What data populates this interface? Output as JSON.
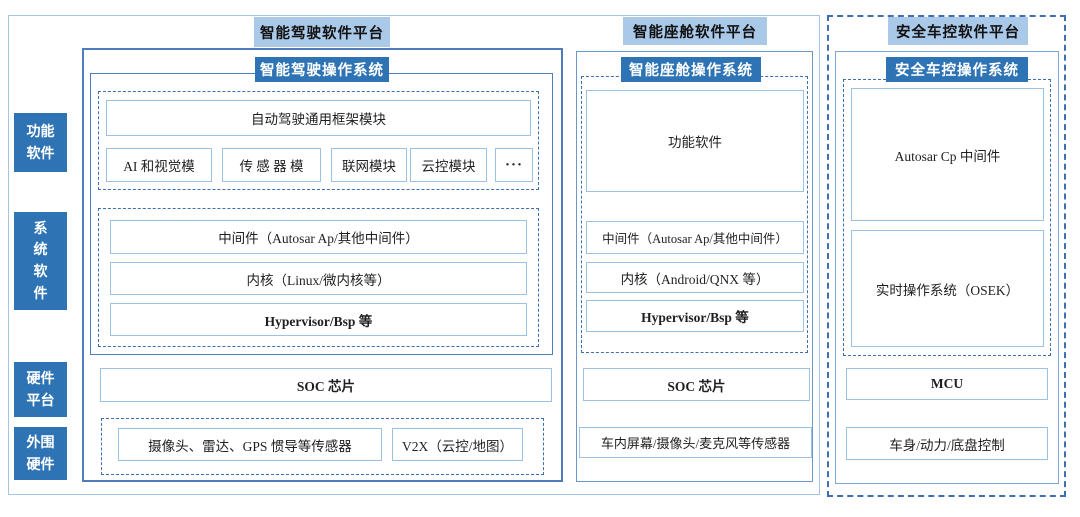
{
  "colors": {
    "header_light": "#aac8e8",
    "header_dark": "#2e74b5",
    "sidebar_bg": "#2e74b5",
    "col_border": "#4d7ebb",
    "frame_border": "#a3c4e4",
    "dash_border": "#3f6fb3",
    "box_border": "#9cc2e5",
    "text": "#1f1f1f"
  },
  "sidebar": [
    "功能\n软件",
    "系\n统\n软\n件",
    "硬件\n平台",
    "外围\n硬件"
  ],
  "col1": {
    "platform": "智能驾驶软件平台",
    "os": "智能驾驶操作系统",
    "framework": "自动驾驶通用框架模块",
    "modules": [
      "AI 和视觉模",
      "传 感 器 模",
      "联网模块",
      "云控模块",
      "···"
    ],
    "middleware": "中间件（Autosar Ap/其他中间件）",
    "kernel": "内核（Linux/微内核等）",
    "hypervisor": "Hypervisor/Bsp 等",
    "soc": "SOC 芯片",
    "sensors": "摄像头、雷达、GPS 惯导等传感器",
    "v2x": "V2X（云控/地图）"
  },
  "col2": {
    "platform": "智能座舱软件平台",
    "os": "智能座舱操作系统",
    "functional": "功能软件",
    "middleware": "中间件（Autosar Ap/其他中间件）",
    "kernel": "内核（Android/QNX 等）",
    "hypervisor": "Hypervisor/Bsp 等",
    "soc": "SOC 芯片",
    "sensors": "车内屏幕/摄像头/麦克风等传感器"
  },
  "col3": {
    "platform": "安全车控软件平台",
    "os": "安全车控操作系统",
    "middleware": "Autosar Cp 中间件",
    "rtos": "实时操作系统（OSEK）",
    "mcu": "MCU",
    "control": "车身/动力/底盘控制"
  }
}
